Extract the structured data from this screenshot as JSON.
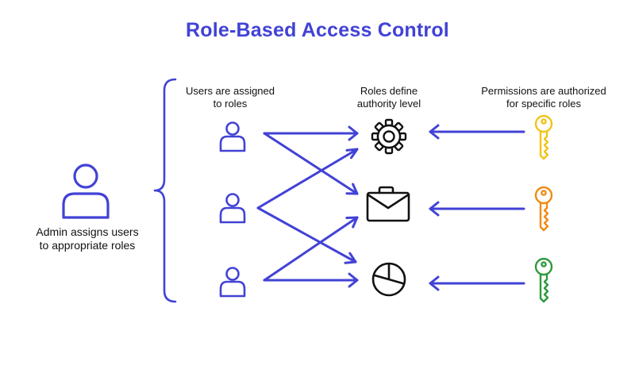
{
  "title": "Role-Based Access Control",
  "admin_caption": "Admin assigns users\nto appropriate roles",
  "users_caption": "Users are assigned\nto roles",
  "roles_caption": "Roles define\nauthority level",
  "permissions_caption": "Permissions are authorized\nfor specific roles",
  "icons": {
    "admin": "admin-user-icon",
    "users": [
      "user-icon",
      "user-icon",
      "user-icon"
    ],
    "roles": [
      "gear-icon",
      "briefcase-icon",
      "pie-chart-icon"
    ],
    "permissions": [
      "key-icon",
      "key-icon",
      "key-icon"
    ]
  },
  "colors": {
    "accent": "#4242d6",
    "role_icon": "#111111",
    "key_1": "#f2c417",
    "key_2": "#f08a12",
    "key_3": "#2e9a3e"
  }
}
